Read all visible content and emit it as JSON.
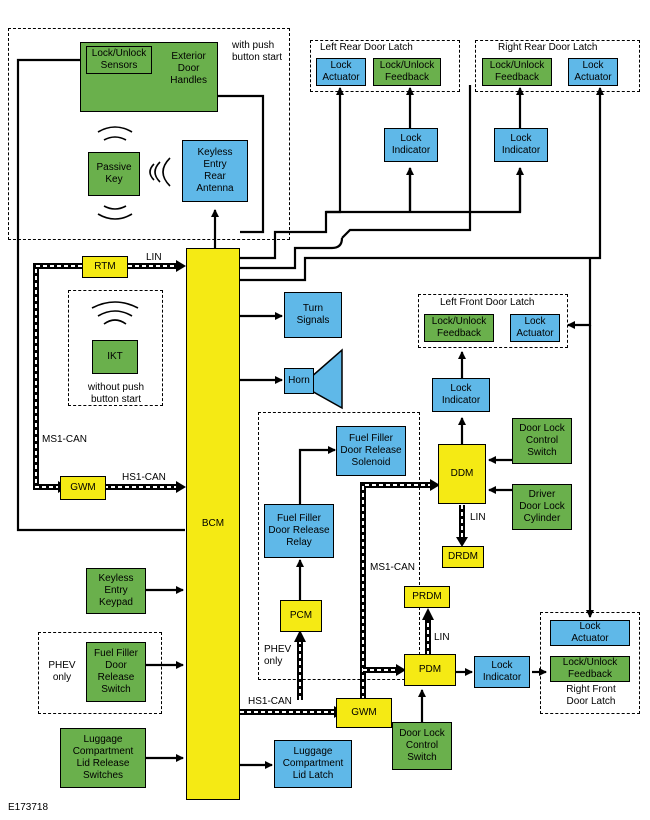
{
  "groups": {
    "exterior": "with push\nbutton start",
    "left_rear": "Left Rear Door Latch",
    "right_rear": "Right Rear Door Latch",
    "left_front": "Left Front Door Latch",
    "right_front": "Right Front\nDoor Latch",
    "ikt": "without push\nbutton start",
    "phev_switch": "PHEV\nonly",
    "phev_fuel": "PHEV\nonly"
  },
  "boxes": {
    "lock_unlock_sensors": "Lock/Unlock\nSensors",
    "exterior_door_handles": "Exterior\nDoor\nHandles",
    "passive_key": "Passive\nKey",
    "keyless_entry_rear_antenna": "Keyless\nEntry\nRear\nAntenna",
    "rtm": "RTM",
    "ikt": "IKT",
    "gwm_left": "GWM",
    "bcm": "BCM",
    "keyless_entry_keypad": "Keyless\nEntry\nKeypad",
    "fuel_filler_door_release_switch": "Fuel Filler\nDoor\nRelease\nSwitch",
    "luggage_release_switches": "Luggage\nCompartment\nLid Release\nSwitches",
    "lr_lock_actuator": "Lock\nActuator",
    "lr_feedback": "Lock/Unlock\nFeedback",
    "rr_feedback": "Lock/Unlock\nFeedback",
    "rr_lock_actuator": "Lock\nActuator",
    "lr_lock_indicator": "Lock\nIndicator",
    "rr_lock_indicator": "Lock\nIndicator",
    "turn_signals": "Turn\nSignals",
    "horn": "Horn",
    "lf_feedback": "Lock/Unlock\nFeedback",
    "lf_lock_actuator": "Lock\nActuator",
    "lf_lock_indicator": "Lock\nIndicator",
    "fuel_filler_solenoid": "Fuel Filler\nDoor Release\nSolenoid",
    "fuel_filler_relay": "Fuel Filler\nDoor Release\nRelay",
    "pcm": "PCM",
    "ddm": "DDM",
    "door_lock_control_switch_top": "Door Lock\nControl\nSwitch",
    "driver_door_lock_cylinder": "Driver\nDoor Lock\nCylinder",
    "drdm": "DRDM",
    "prdm": "PRDM",
    "pdm": "PDM",
    "rf_lock_indicator": "Lock\nIndicator",
    "rf_lock_actuator": "Lock\nActuator",
    "rf_feedback": "Lock/Unlock\nFeedback",
    "gwm_bottom": "GWM",
    "luggage_lid_latch": "Luggage\nCompartment\nLid Latch",
    "door_lock_control_switch_bottom": "Door Lock\nControl\nSwitch"
  },
  "labels": {
    "lin_rtm": "LIN",
    "ms1_can_left": "MS1-CAN",
    "hs1_can_left": "HS1-CAN",
    "ms1_can_mid": "MS1-CAN",
    "lin_ddm": "LIN",
    "lin_pdm": "LIN",
    "hs1_can_bottom": "HS1-CAN",
    "figure_id": "E173718"
  },
  "colors": {
    "green": "#6ab04c",
    "blue": "#5fb8e8",
    "yellow": "#f5ea14"
  }
}
